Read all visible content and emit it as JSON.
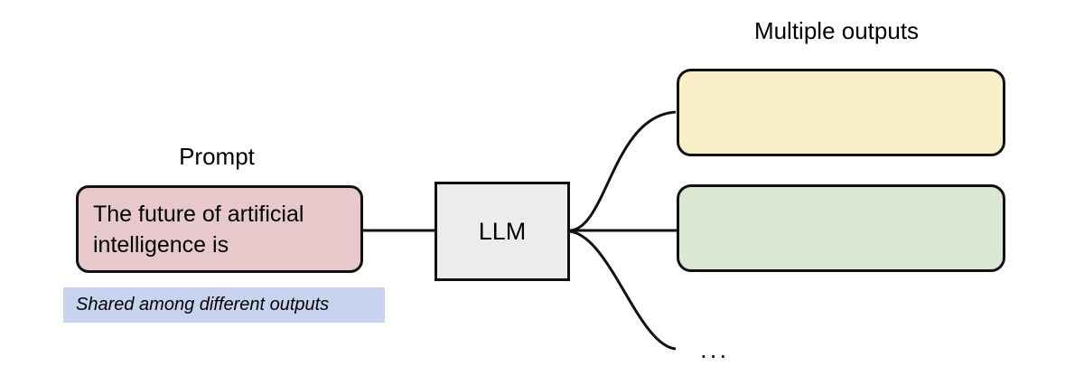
{
  "diagram": {
    "title_left": "Prompt",
    "title_right": "Multiple outputs",
    "prompt": {
      "text": "The future of artificial\nintelligence is",
      "fill": "#E7C9CC",
      "stroke": "#111111"
    },
    "model": {
      "label": "LLM",
      "fill": "#ECECEC",
      "stroke": "#111111"
    },
    "outputs": [
      {
        "text": "",
        "fill": "#FAEFC8",
        "stroke": "#111111"
      },
      {
        "text": "",
        "fill": "#DCE7D2",
        "stroke": "#111111"
      }
    ],
    "more_outputs_marker": "...",
    "annotation": {
      "text": "Shared among different outputs",
      "highlight": "#C8D3F0"
    },
    "edges": {
      "stroke": "#111111",
      "prompt_to_model": "straight",
      "model_to_output_1": "curve-up",
      "model_to_output_2": "straight",
      "model_to_more": "curve-down"
    },
    "background": "#FFFFFF"
  }
}
